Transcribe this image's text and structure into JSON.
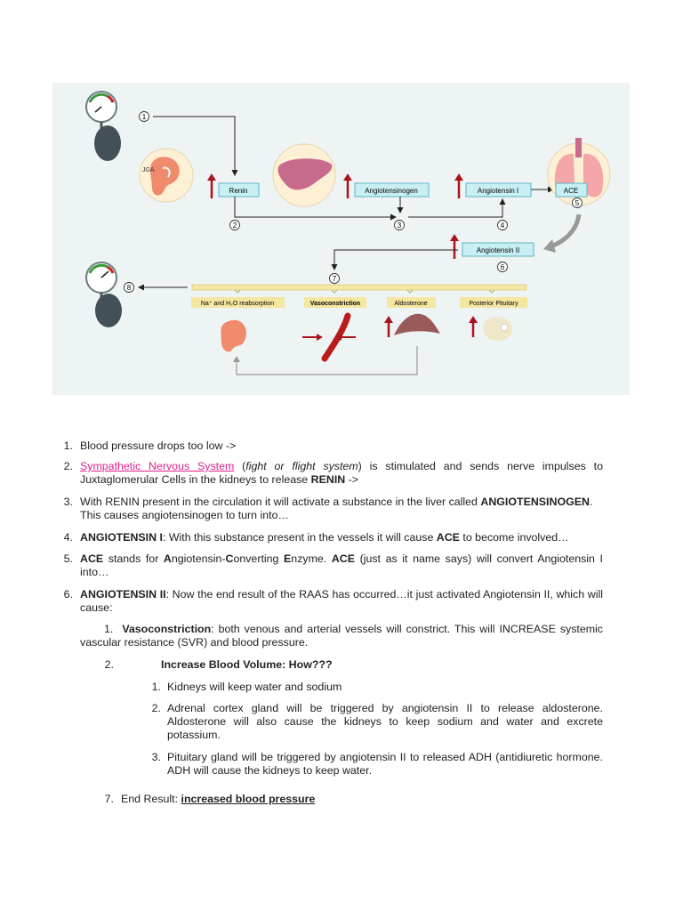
{
  "diagram": {
    "circle_labels": [
      "1",
      "2",
      "3",
      "4",
      "5",
      "6",
      "7",
      "8"
    ],
    "jga_label": "JGA",
    "renin": "Renin",
    "angiotensinogen": "Angiotensinogen",
    "angiotensin1": "Angiotensin I",
    "ace": "ACE",
    "angiotensin2": "Angiotensin II",
    "effects": [
      "Na⁺ and H₂O reabsorption",
      "Vasoconstriction",
      "Aldosterone",
      "Posterior Pituitary"
    ],
    "colors": {
      "panel": "#eef3f4",
      "box_fill": "#c8f0f4",
      "box_stroke": "#5ab6c4",
      "bar": "#f5e6a0",
      "arrow_red": "#a8141c",
      "kidney": "#f08a6c",
      "liver": "#c86a8c",
      "lung": "#f4a6a8",
      "gauge": "#445058"
    }
  },
  "items": [
    {
      "n": "1.",
      "text": "Blood pressure drops too low ->"
    },
    {
      "n": "2.",
      "link": "Sympathetic Nervous System",
      "t1": " (",
      "italic": "fight or flight system",
      "t2": ") is stimulated and sends nerve impulses to Juxtaglomerular Cells in the kidneys to release ",
      "bold": "RENIN",
      "t3": " ->"
    },
    {
      "n": "3.",
      "t1": "With RENIN present in the circulation it will activate a substance in the liver called ",
      "bold": "ANGIOTENSINOGEN",
      "t2": ". This causes angiotensinogen to turn into…"
    },
    {
      "n": "4.",
      "bold": "ANGIOTENSIN I",
      "t1": ": With this substance present in the vessels it will cause ",
      "bold2": "ACE",
      "t2": " to become involved…"
    },
    {
      "n": "5.",
      "b1": "ACE",
      "t1": " stands for ",
      "b2": "A",
      "t2": "ngiotensin-",
      "b3": "C",
      "t3": "onverting ",
      "b4": "E",
      "t4": "nzyme. ",
      "b5": "ACE",
      "t5": " (just as it name says) will convert Angiotensin I into…"
    },
    {
      "n": "6.",
      "bold": "ANGIOTENSIN II",
      "t1": ": Now the end result of the RAAS has occurred…it just activated Angiotensin II, which will cause:"
    }
  ],
  "sub1": {
    "n": "1.",
    "bold": "Vasoconstriction",
    "text": ": both venous and arterial vessels will constrict. This will INCREASE systemic vascular resistance (SVR) and blood pressure."
  },
  "sub2": {
    "n": "2.",
    "bold": "Increase Blood Volume: How???"
  },
  "subsub": [
    {
      "n": "1.",
      "text": "Kidneys will keep water and sodium"
    },
    {
      "n": "2.",
      "text": "Adrenal cortex gland will be triggered by angiotensin II to release aldosterone. Aldosterone will also cause the kidneys to keep sodium and water and excrete potassium."
    },
    {
      "n": "3.",
      "text": "Pituitary gland will be triggered by angiotensin II to released ADH (antidiuretic hormone. ADH will cause the kidneys to keep water."
    }
  ],
  "end": {
    "n": "7.",
    "text": "End Result: ",
    "underline": "increased blood pressure"
  }
}
